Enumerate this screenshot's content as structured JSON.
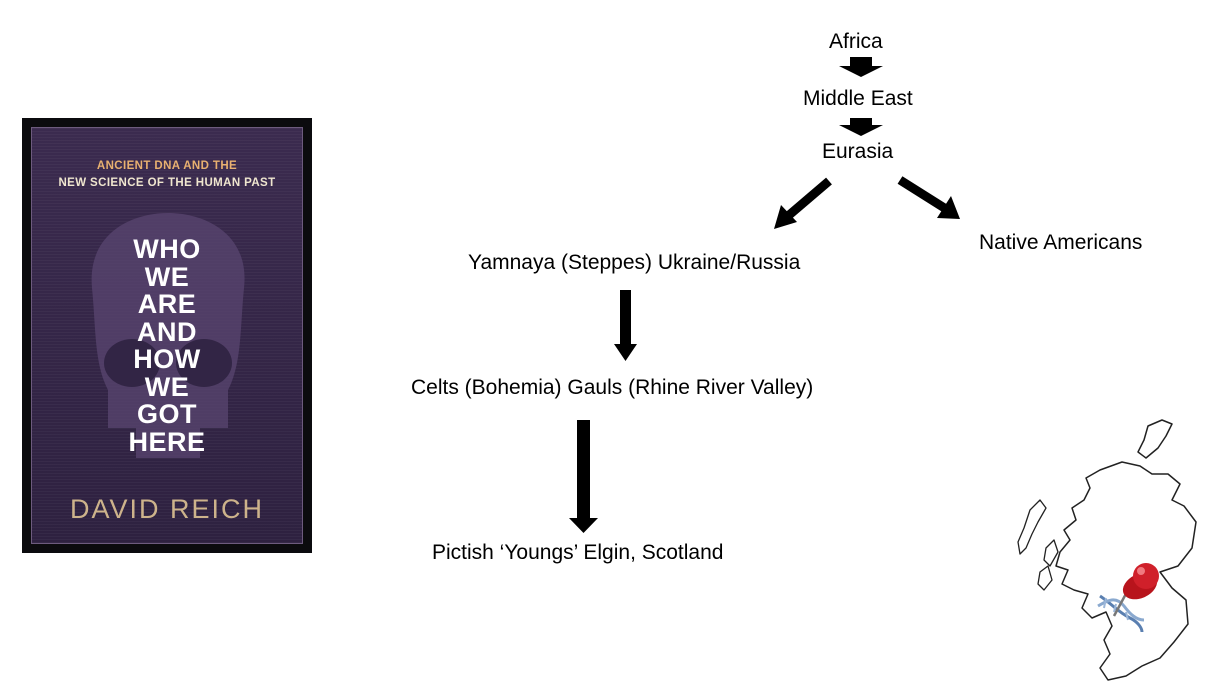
{
  "nodes": {
    "africa": "Africa",
    "middle_east": "Middle East",
    "eurasia": "Eurasia",
    "native_americans": "Native Americans",
    "yamnaya": "Yamnaya (Steppes) Ukraine/Russia",
    "celts": "Celts (Bohemia) Gauls (Rhine River Valley)",
    "pictish": "Pictish ‘Youngs’ Elgin, Scotland"
  },
  "book": {
    "subtitle_line1": "ANCIENT DNA AND THE",
    "subtitle_line2": "NEW SCIENCE OF THE HUMAN PAST",
    "title_lines": [
      "WHO",
      "WE",
      "ARE",
      "AND",
      "HOW",
      "WE",
      "GOT",
      "HERE"
    ],
    "author": "DAVID REICH"
  },
  "map": {
    "icons": [
      "map-pin-icon",
      "dna-icon"
    ],
    "pin_color": "#d0202a"
  },
  "colors": {
    "book_background": "#33254a",
    "arrow": "#000000"
  }
}
